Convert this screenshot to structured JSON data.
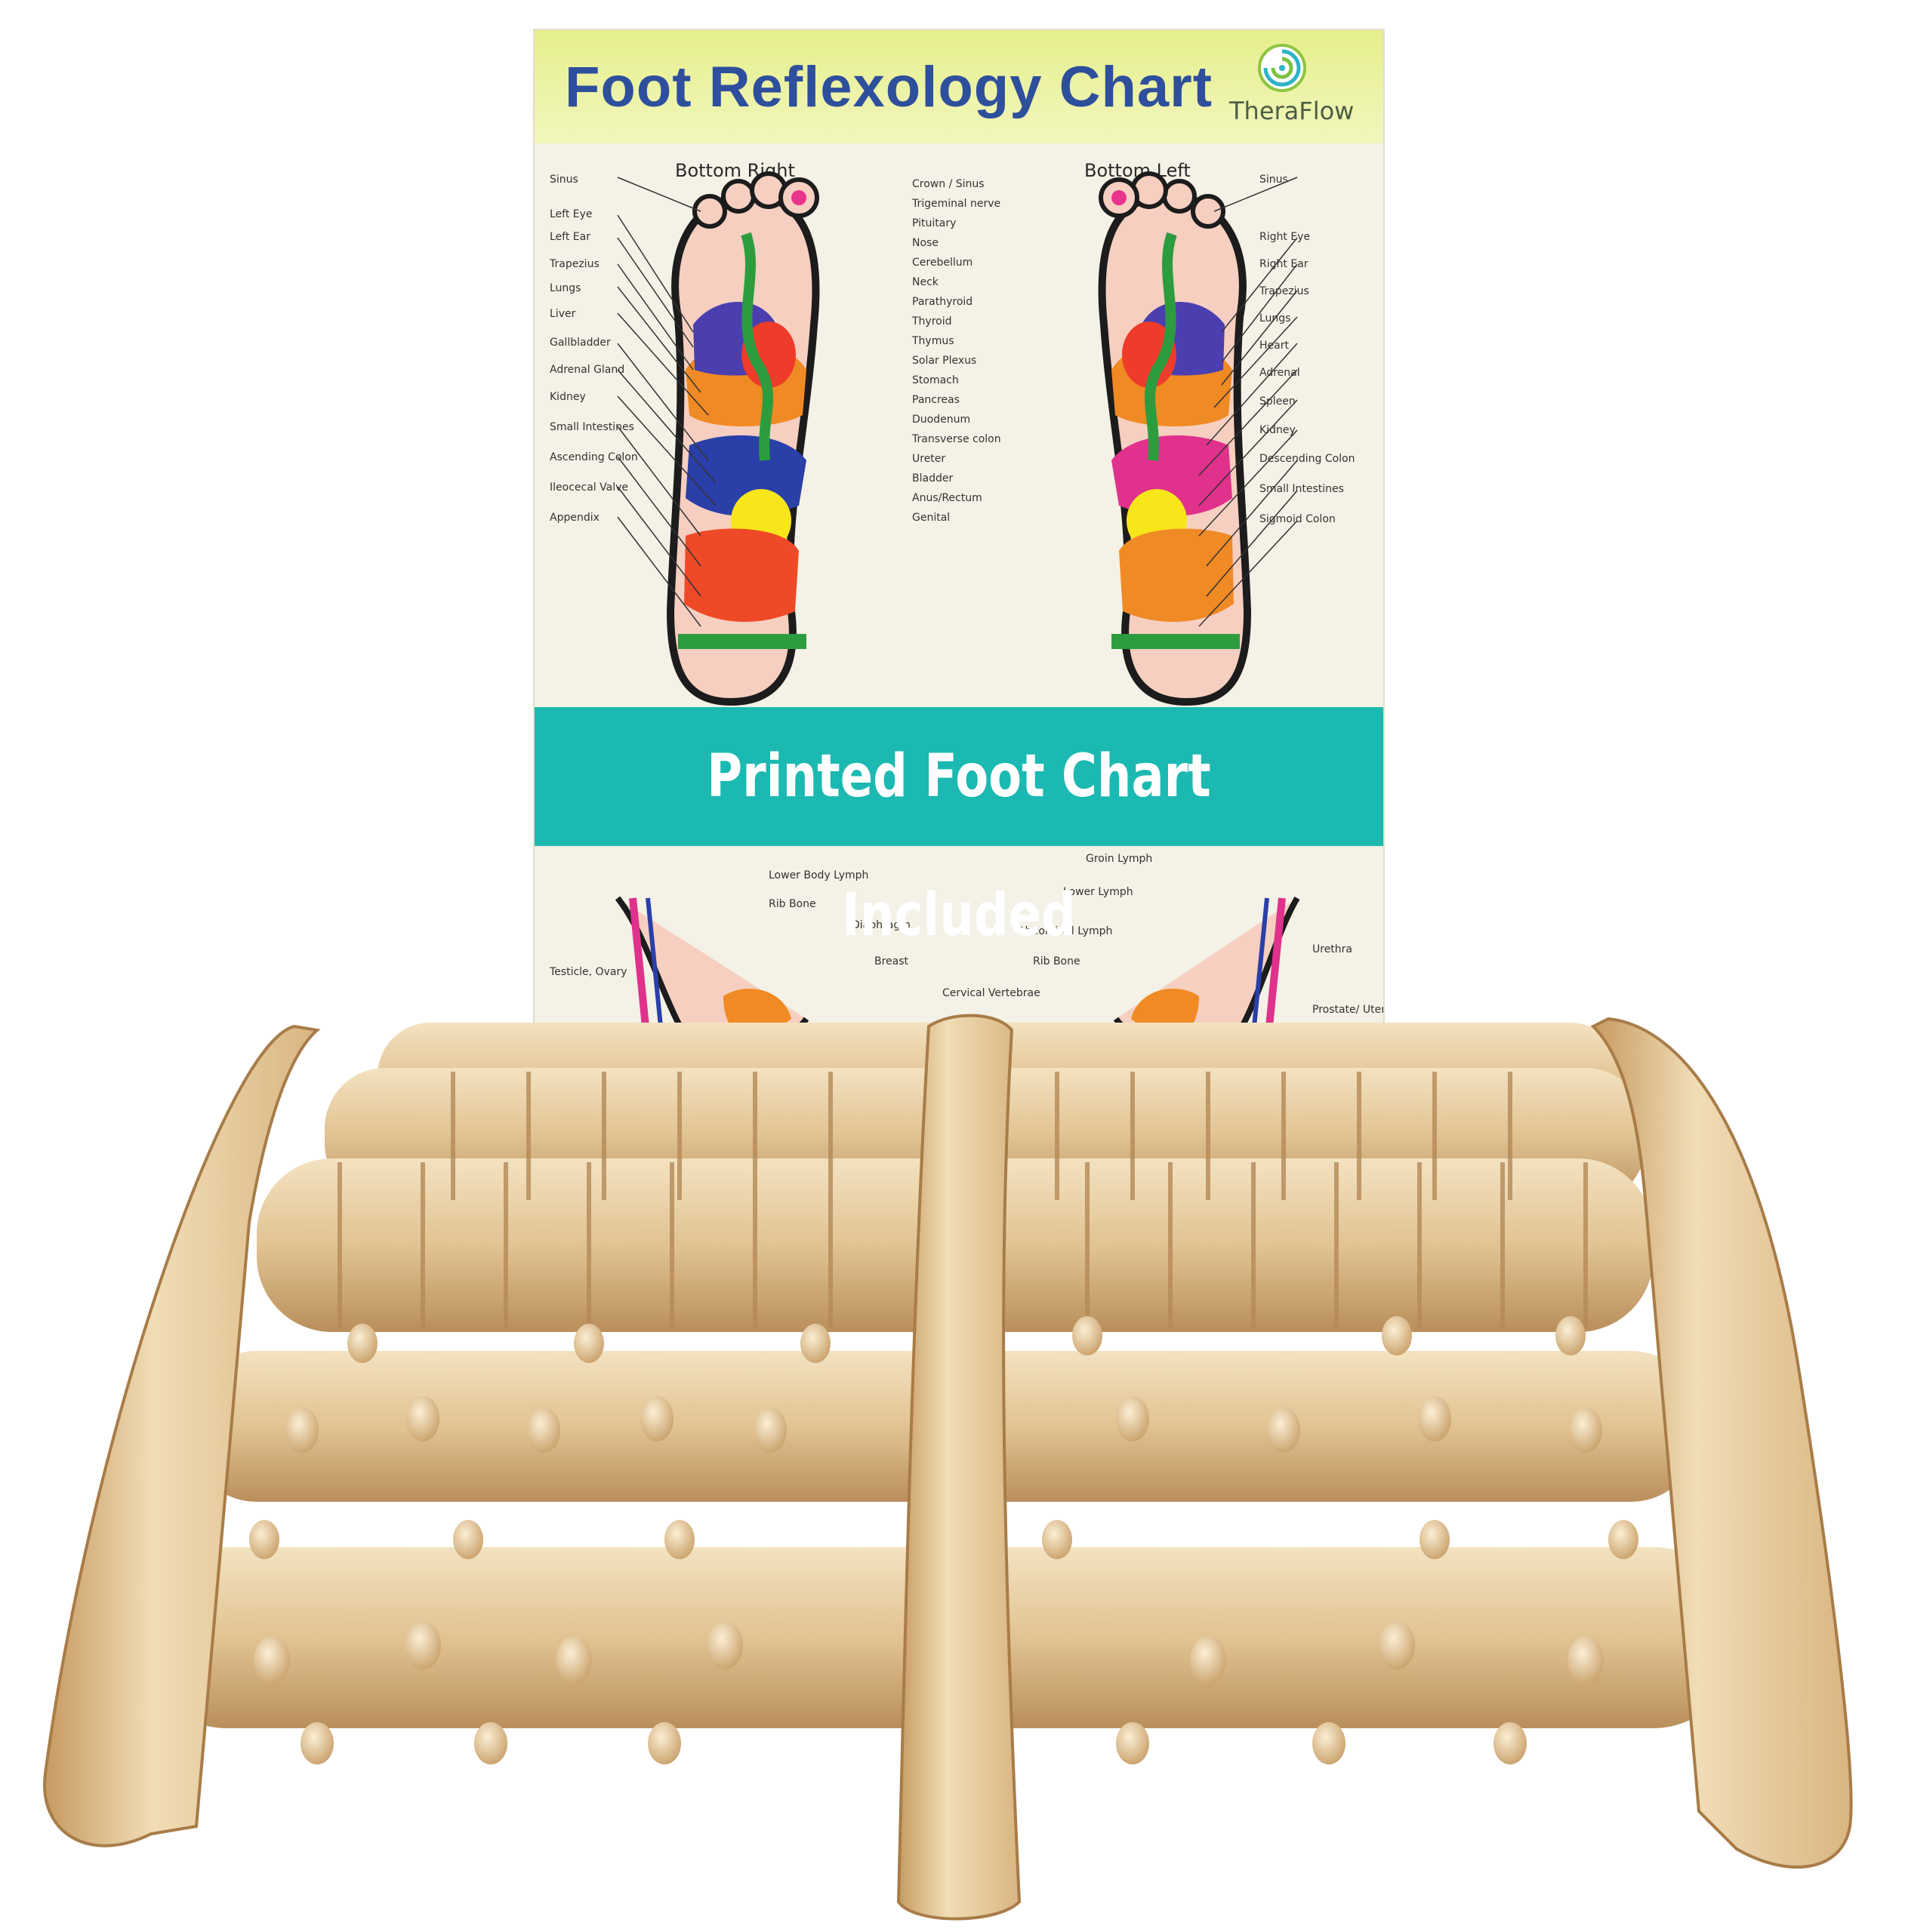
{
  "poster": {
    "title": "Foot Reflexology Chart",
    "brand": "TheraFlow",
    "heading_right": "Bottom Right",
    "heading_left": "Bottom Left",
    "labels_right_foot_left_side": [
      "Sinus",
      "Left Eye",
      "Left Ear",
      "Trapezius",
      "Lungs",
      "Liver",
      "Gallbladder",
      "Adrenal Gland",
      "Kidney",
      "Small Intestines",
      "Ascending Colon",
      "Ileocecal Valve",
      "Appendix"
    ],
    "labels_center": [
      "Crown / Sinus",
      "Trigeminal nerve",
      "Pituitary",
      "Nose",
      "Cerebellum",
      "Neck",
      "Parathyroid",
      "Thyroid",
      "Thymus",
      "Solar Plexus",
      "Stomach",
      "Pancreas",
      "Duodenum",
      "Transverse colon",
      "Ureter",
      "Bladder",
      "Anus/Rectum",
      "Genital"
    ],
    "labels_left_foot_right_side": [
      "Sinus",
      "Right Eye",
      "Right Ear",
      "Trapezius",
      "Lungs",
      "Heart",
      "Adrenal",
      "Spleen",
      "Kidney",
      "Descending Colon",
      "Small Intestines",
      "Sigmoid Colon"
    ],
    "labels_lower_partial": [
      "Lower Body Lymph",
      "Rib Bone",
      "Diaphragm",
      "Breast",
      "Testicle, Ovary",
      "Groin Lymph",
      "Lower Lymph",
      "Abdominal Lymph",
      "Rib Bone",
      "Cervical Vertebrae",
      "Urethra",
      "Prostate/ Uterus"
    ]
  },
  "banner": {
    "text": "Printed Foot Chart Included"
  },
  "colors": {
    "title_blue": "#2e4f9c",
    "header_yellow": "#e6ef8c",
    "banner_teal": "#1bb9b1",
    "wood_light": "#e9d2a7",
    "wood_dark": "#c9a06a"
  }
}
